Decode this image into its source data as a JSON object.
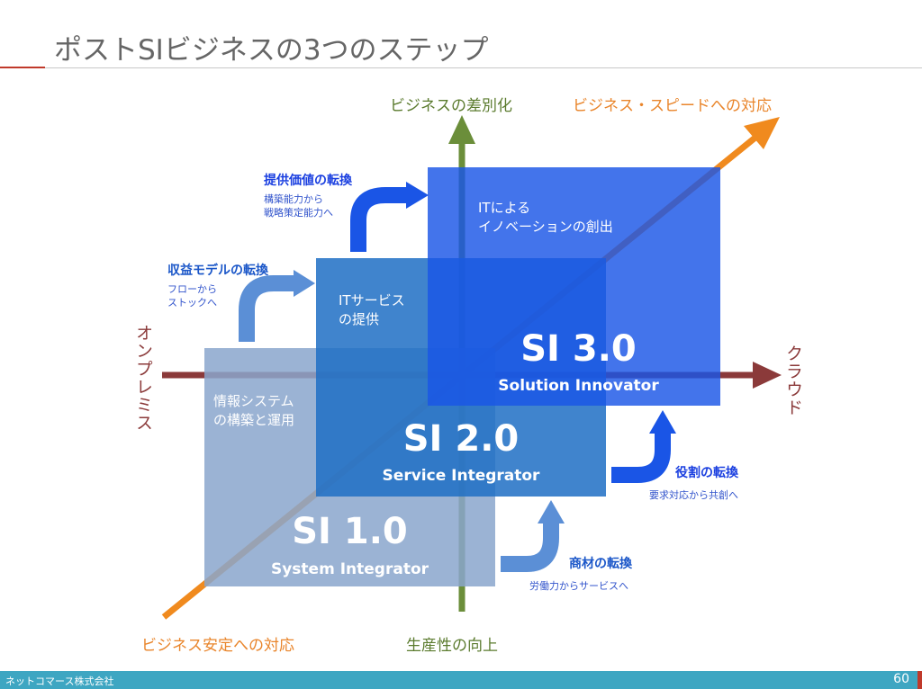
{
  "header": {
    "title": "ポストSIビジネスの3つのステップ"
  },
  "axes": {
    "top_center": "ビジネスの差別化",
    "top_right": "ビジネス・スピードへの対応",
    "bottom_left": "ビジネス安定への対応",
    "bottom_center": "生産性の向上",
    "left": "オンプレミス",
    "right": "クラウド"
  },
  "boxes": {
    "si1": {
      "desc_line1": "情報システム",
      "desc_line2": "の構築と運用",
      "name": "SI 1.0",
      "sub": "System Integrator"
    },
    "si2": {
      "desc_line1": "ITサービス",
      "desc_line2": "の提供",
      "name": "SI 2.0",
      "sub": "Service Integrator"
    },
    "si3": {
      "desc_line1": "ITによる",
      "desc_line2": "イノベーションの創出",
      "name": "SI 3.0",
      "sub": "Solution Innovator"
    }
  },
  "transitions": {
    "value": {
      "title": "提供価値の転換",
      "line1": "構築能力から",
      "line2": "戦略策定能力へ"
    },
    "revenue": {
      "title": "収益モデルの転換",
      "line1": "フローから",
      "line2": "ストックへ"
    },
    "role": {
      "title": "役割の転換",
      "line1": "要求対応から共創へ"
    },
    "product": {
      "title": "商材の転換",
      "line1": "労働力からサービスへ"
    }
  },
  "colors": {
    "si1": "#8aa6cc",
    "si2": "#1e6fc4",
    "si3": "#1a55e6",
    "axis_green": "#6b8e3a",
    "axis_orange": "#f08a1e",
    "axis_red": "#8b3a3a",
    "footer": "#3ea6c2",
    "accent_red": "#c0392b"
  },
  "footer": {
    "company": "ネットコマース株式会社",
    "page": "60"
  }
}
